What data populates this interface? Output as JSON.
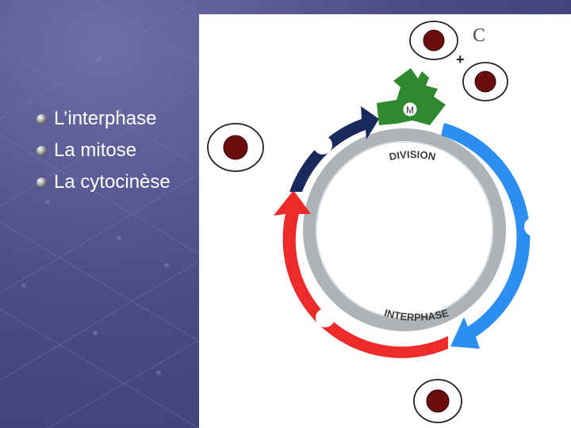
{
  "slide": {
    "bullets": [
      "L’interphase",
      "La mitose",
      "La cytocinèse"
    ]
  },
  "diagram": {
    "ring_labels": {
      "top": "DIVISION",
      "bottom": "INTERPHASE"
    },
    "arrow_label_mitosis": "M",
    "handwritten_letter": "C",
    "plus_sign": "+"
  },
  "colors": {
    "background": "#4c4c86",
    "interphase_arrow": "#ee2b2b",
    "growth_arrow": "#2b8ef0",
    "preparation_arrow": "#1b2a5c",
    "mitosis_arrow": "#2f8a2f",
    "ring": "#aeb3b8",
    "nucleus": "#6b0d0d"
  }
}
